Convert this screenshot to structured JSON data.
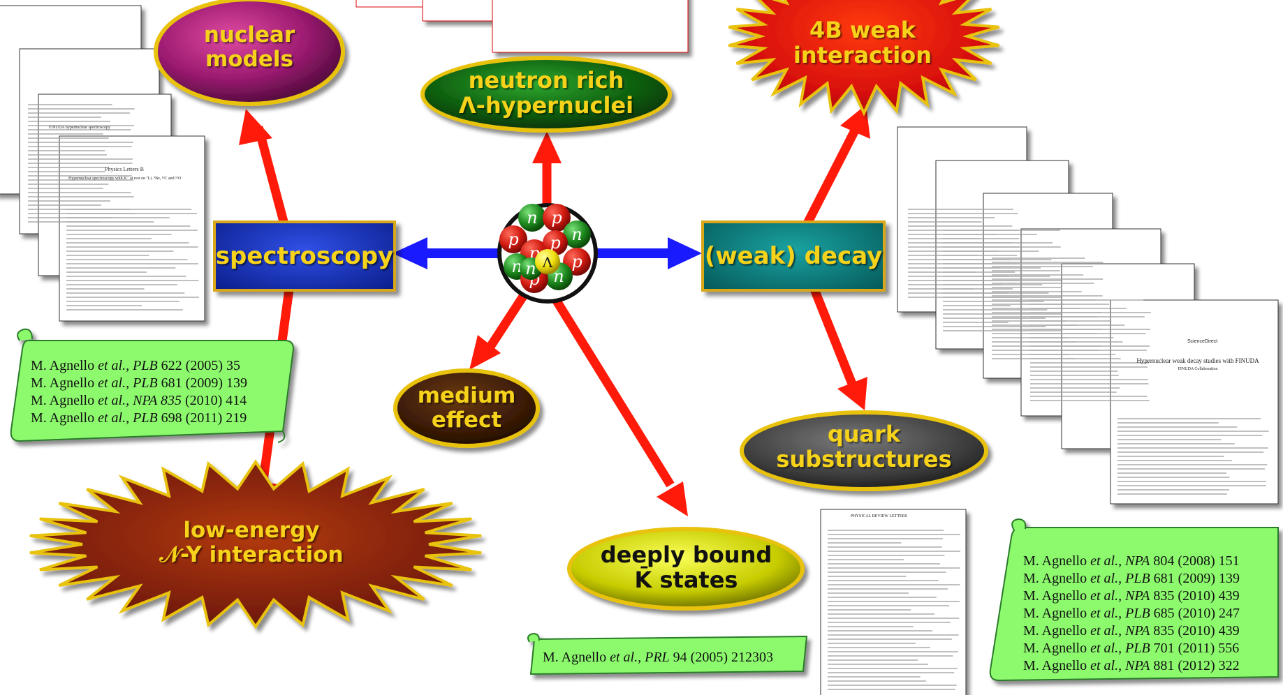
{
  "center": {
    "nucleons": [
      "n",
      "p",
      "p",
      "n",
      "p",
      "n",
      "p",
      "n",
      "p",
      "p",
      "n"
    ],
    "lambda": "Λ"
  },
  "nodes": {
    "nuclear_models": {
      "line1": "nuclear",
      "line2": "models"
    },
    "neutron_rich": {
      "line1": "neutron rich",
      "line2": "Λ-hypernuclei"
    },
    "weak_interaction": {
      "line1": "4B weak",
      "line2": "interaction"
    },
    "spectroscopy": "spectroscopy",
    "weak_decay": "(weak) decay",
    "medium_effect": {
      "line1": "medium",
      "line2": "effect"
    },
    "quark": {
      "line1": "quark",
      "line2": "substructures"
    },
    "low_energy": {
      "line1": "low-energy",
      "line2": "𝒩-Y interaction"
    },
    "deeply_bound": {
      "line1": "deeply bound",
      "line2": "K̄ states"
    }
  },
  "references": {
    "left": [
      {
        "author": "M. Agnello",
        "etal": "et al.",
        "journal": "PLB",
        "rest": "622 (2005) 35"
      },
      {
        "author": "M. Agnello",
        "etal": "et al.",
        "journal": "PLB",
        "rest": "681 (2009) 139"
      },
      {
        "author": "M. Agnello",
        "etal": "et al.",
        "journal": "NPA 835",
        "rest": "(2010) 414"
      },
      {
        "author": "M. Agnello",
        "etal": "et al.",
        "journal": "PLB",
        "rest": "698 (2011) 219"
      }
    ],
    "middle": [
      {
        "author": "M. Agnello",
        "etal": "et al.",
        "journal": "PRL",
        "rest": "94 (2005) 212303"
      }
    ],
    "right": [
      {
        "author": "M. Agnello",
        "etal": "et al.",
        "journal": "NPA",
        "rest": "804 (2008) 151"
      },
      {
        "author": "M. Agnello",
        "etal": "et al.",
        "journal": "PLB",
        "rest": "681 (2009) 139"
      },
      {
        "author": "M. Agnello",
        "etal": "et al.",
        "journal": "NPA",
        "rest": "835 (2010) 439"
      },
      {
        "author": "M. Agnello",
        "etal": "et al.",
        "journal": "PLB",
        "rest": "685 (2010) 247"
      },
      {
        "author": "M. Agnello",
        "etal": "et al.",
        "journal": "NPA",
        "rest": "835 (2010) 439"
      },
      {
        "author": "M. Agnello",
        "etal": "et al.",
        "journal": "PLB",
        "rest": "701 (2011) 556"
      },
      {
        "author": "M. Agnello",
        "etal": "et al.",
        "journal": "NPA",
        "rest": "881 (2012) 322"
      }
    ]
  },
  "papers": {
    "journal_name": "Physics Letters B",
    "publisher": "ScienceDirect",
    "left_title": "FINUDA hypernuclear spectroscopy",
    "spectroscopy_title": "Hypernuclear spectroscopy with K⁻ at rest on ⁷Li, ⁹Be, ¹³C and ¹⁶O",
    "decay_title": "Hypernuclear weak decay studies with FINUDA",
    "collaboration": "FINUDA Collaboration",
    "prl_header": "PHYSICAL REVIEW LETTERS"
  },
  "colors": {
    "arrow_red": "#ff1a0a",
    "arrow_blue": "#1a1aff",
    "label_yellow": "#f6d31a",
    "note_green": "#8dfa6e"
  }
}
